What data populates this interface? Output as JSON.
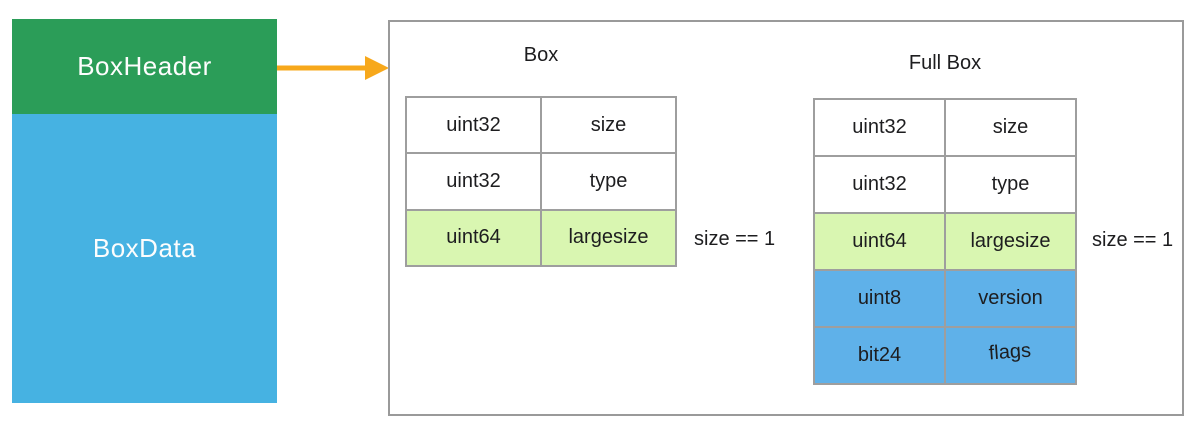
{
  "left_panel": {
    "header": {
      "label": "BoxHeader",
      "color": "#2b9d58"
    },
    "data": {
      "label": "BoxData",
      "color": "#46b2e2"
    }
  },
  "arrow": {
    "direction": "right",
    "color": "#f7a81b"
  },
  "diagram": {
    "box_table": {
      "title": "Box",
      "annotation": "size == 1",
      "rows": [
        {
          "type": "uint32",
          "field": "size",
          "variant": "white"
        },
        {
          "type": "uint32",
          "field": "type",
          "variant": "white"
        },
        {
          "type": "uint64",
          "field": "largesize",
          "variant": "green"
        }
      ]
    },
    "full_box_table": {
      "title": "Full Box",
      "annotation": "size == 1",
      "rows": [
        {
          "type": "uint32",
          "field": "size",
          "variant": "white"
        },
        {
          "type": "uint32",
          "field": "type",
          "variant": "white"
        },
        {
          "type": "uint64",
          "field": "largesize",
          "variant": "green"
        },
        {
          "type": "uint8",
          "field": "version",
          "variant": "blue"
        },
        {
          "type": "bit24",
          "field": "flags",
          "variant": "blue"
        }
      ]
    },
    "colors": {
      "row_highlight_green": "#d9f6b1",
      "row_highlight_blue": "#5fb1e9",
      "table_border": "#9e9e9e",
      "outer_panel_border": "#9a9a9a"
    }
  }
}
